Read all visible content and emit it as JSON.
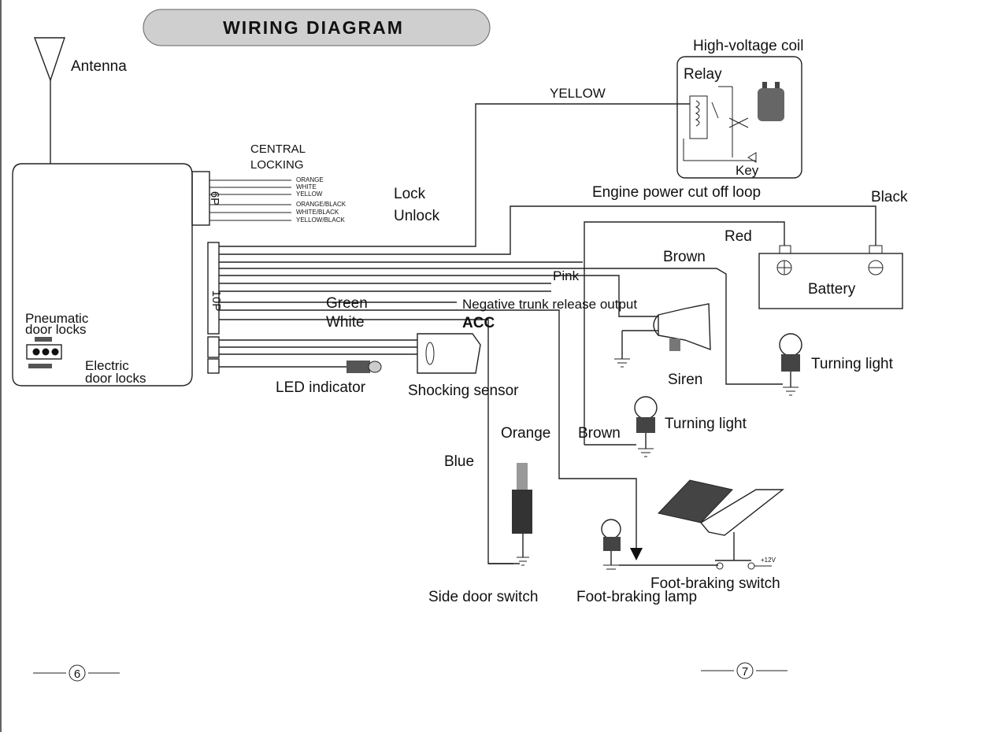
{
  "title": "WIRING DIAGRAM",
  "antenna_label": "Antenna",
  "central_locking": {
    "label_line1": "CENTRAL",
    "label_line2": "LOCKING",
    "connector": "6P",
    "wires": [
      "ORANGE",
      "WHITE",
      "YELLOW",
      "ORANGE/BLACK",
      "WHITE/BLACK",
      "YELLOW/BLACK"
    ]
  },
  "main_connector": "10P",
  "lock_label": "Lock",
  "unlock_label": "Unlock",
  "yellow_label": "YELLOW",
  "relay_box": {
    "title": "High-voltage coil",
    "relay": "Relay",
    "key": "Key"
  },
  "engine_loop_label": "Engine power cut off loop",
  "black_label": "Black",
  "red_label": "Red",
  "brown_label_top": "Brown",
  "battery_label": "Battery",
  "pink_label": "Pink",
  "green_label": "Green",
  "white_label": "White",
  "trunk_label": "Negative trunk release output",
  "acc_label": "ACC",
  "pneumatic_label_1": "Pneumatic",
  "pneumatic_label_2": "door locks",
  "electric_label_1": "Electric",
  "electric_label_2": "door locks",
  "led_label": "LED indicator",
  "shock_label": "Shocking sensor",
  "siren_label": "Siren",
  "turning_light_right": "Turning light",
  "turning_light_mid": "Turning light",
  "orange_label": "Orange",
  "brown_label_mid": "Brown",
  "blue_label": "Blue",
  "plus12_label": "+12V",
  "side_door_label": "Side door switch",
  "foot_lamp_label": "Foot-braking lamp",
  "foot_switch_label": "Foot-braking switch",
  "page_left": "6",
  "page_right": "7"
}
